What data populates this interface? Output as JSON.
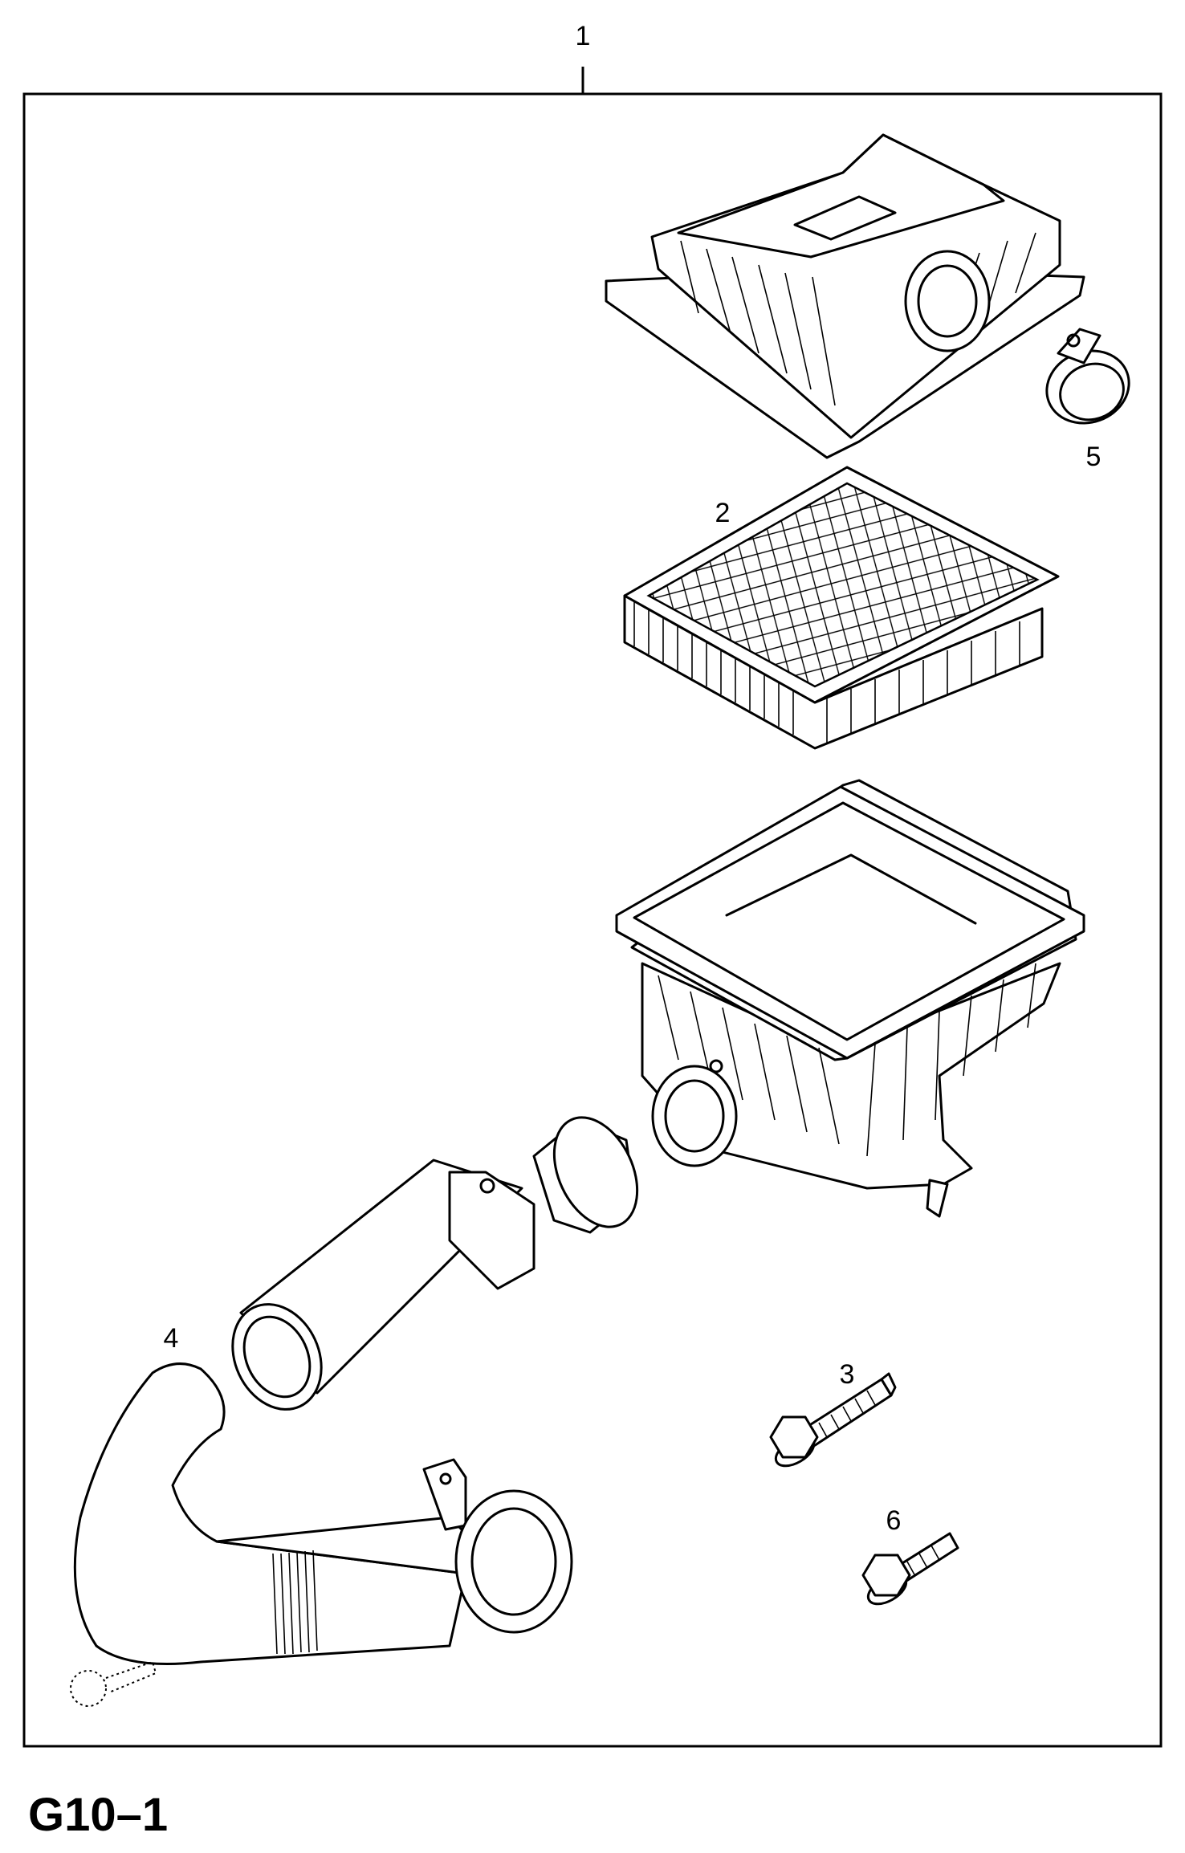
{
  "figure": {
    "sheet_id": "G10–1",
    "callouts": {
      "assembly": "1",
      "filter": "2",
      "bolt_long": "3",
      "duct": "4",
      "clamp": "5",
      "bolt_short": "6"
    }
  }
}
